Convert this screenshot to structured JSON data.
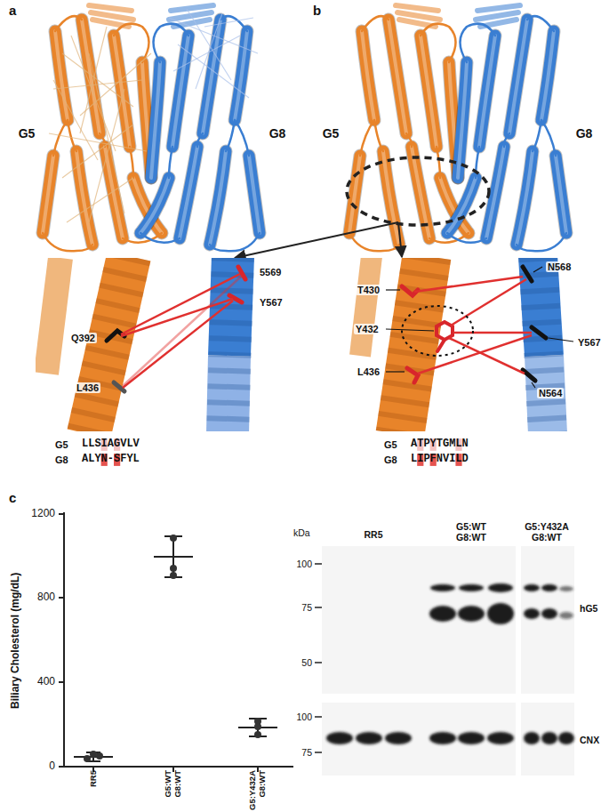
{
  "diagram": {
    "labels": [
      "a",
      "G5",
      "G8",
      "b",
      "G5",
      "G8",
      "Q392",
      "L436",
      "5569",
      "Y567",
      "G5",
      "LLSIAGVLV",
      "G8",
      "ALYN-SFYL",
      "N568",
      "T430",
      "Y432",
      "Y567",
      "L436",
      "N564",
      "G5",
      "ATPYTGMLN",
      "G8",
      "LIPFNVILD",
      "c",
      "1200",
      "800",
      "400",
      "0",
      "Biliary Cholesterol (mg/dL)",
      "RR5",
      "G5:WT G8:WT",
      "G5:Y432A G8:WT",
      "kDa",
      "100",
      "75",
      "50",
      "100",
      "75",
      "RR5",
      "G5:WT G8:WT",
      "G5:Y432A G8:WT",
      "hG5",
      "CNX"
    ]
  }
}
